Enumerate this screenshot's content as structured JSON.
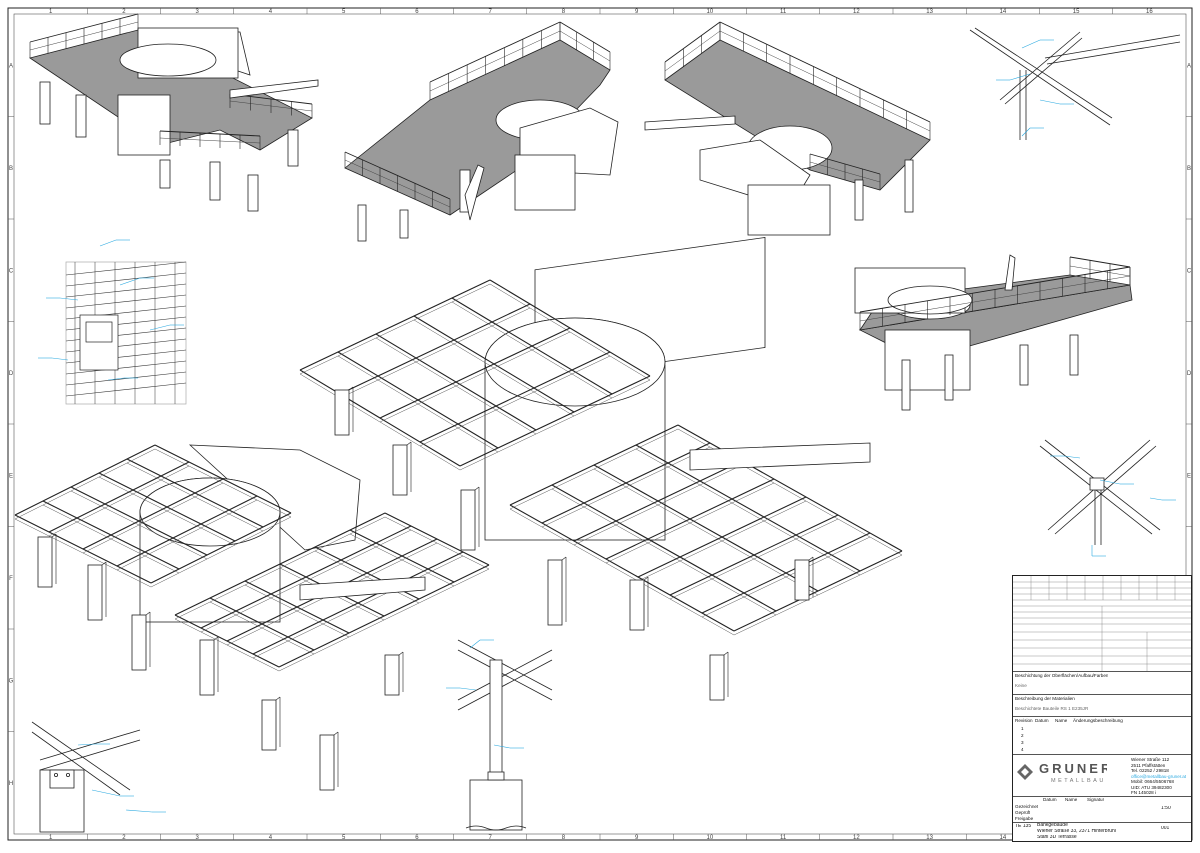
{
  "sheet": {
    "columns": [
      "1",
      "2",
      "3",
      "4",
      "5",
      "6",
      "7",
      "8",
      "9",
      "10",
      "11",
      "12",
      "13",
      "14",
      "15",
      "16"
    ],
    "rows": [
      "A",
      "B",
      "C",
      "D",
      "E",
      "F",
      "G",
      "H"
    ]
  },
  "views": {
    "view_a_grating": "isometric-platform-grating-left",
    "view_b_grating": "isometric-platform-grating-center",
    "view_c_grating": "isometric-platform-grating-right",
    "view_d_grating": "isometric-platform-grating-midright",
    "view_e_frame": "isometric-steel-frame-center",
    "view_f_frame": "isometric-steel-frame-left"
  },
  "title_block": {
    "description_label": "Beschreibung der Materialien",
    "coating_label": "Beschichtung der Oberflächen/Aufbau/Farben",
    "surface_text": "Beschichtete Bauteile RS 1 E235JR",
    "coating_value": "Keine",
    "revision_headers": [
      "Revision",
      "Datum",
      "Name",
      "Änderungsbeschreibung"
    ],
    "revisions": [
      "1",
      "2",
      "3",
      "4"
    ],
    "company_name": "GRUNER",
    "company_sub": "METALLBAU",
    "company_address": [
      "Wiener Straße 112",
      "2511 Pfaffstätten",
      "Tel. 02252 / 29818",
      "office@metallbau-gruner.at",
      "Mobil: 0664/5506768",
      "UID: ATU 39482300",
      "FN 145028 i"
    ],
    "sign_headers": [
      "Datum",
      "Name",
      "Signatur"
    ],
    "sign_rows": [
      "Gezeichnet",
      "Geprüft",
      "Freigabe"
    ],
    "project_lines": [
      "Bankgebäude",
      "Wiener Straße 33, 2371 Hinterbrühl",
      "Stahl 3D Terrasse"
    ],
    "project_number": "TE 135",
    "sheet_number": "001",
    "scale_value": "1:50"
  }
}
